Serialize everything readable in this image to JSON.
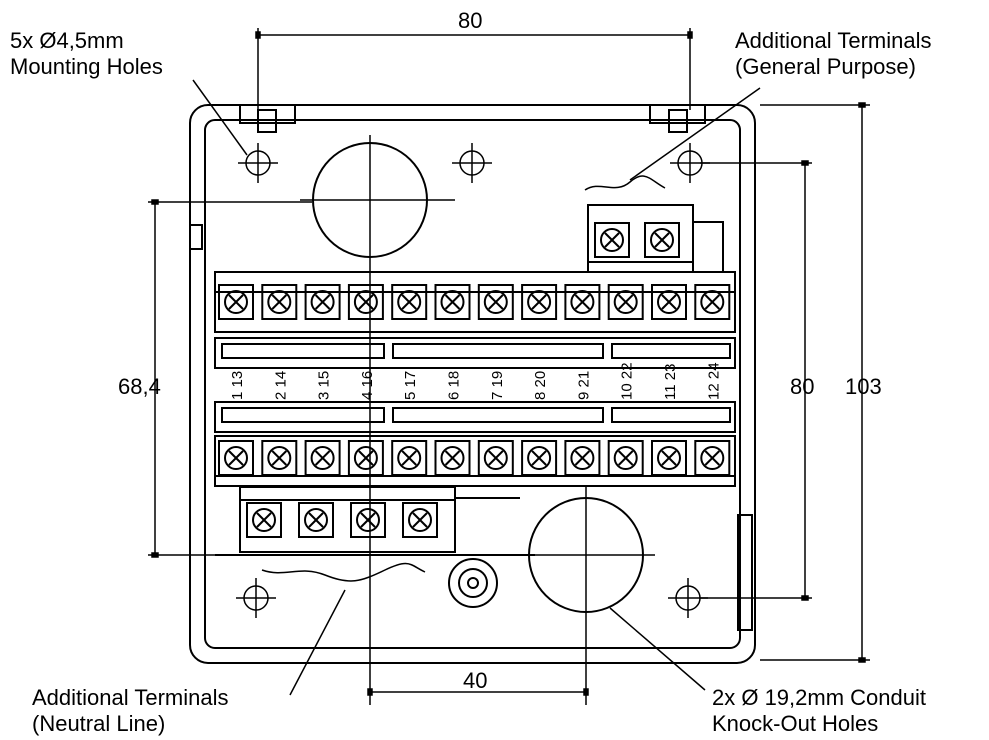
{
  "labels": {
    "mounting_holes": [
      "5x Ø4,5mm",
      "Mounting Holes"
    ],
    "additional_gp": [
      "Additional Terminals",
      "(General Purpose)"
    ],
    "additional_neutral": [
      "Additional Terminals",
      "(Neutral Line)"
    ],
    "conduit": [
      "2x Ø 19,2mm Conduit",
      "Knock-Out Holes"
    ]
  },
  "dimensions": {
    "top_width": "80",
    "bottom_width": "40",
    "left_height": "68,4",
    "right_inner_height": "80",
    "right_outer_height": "103"
  },
  "terminals": {
    "upper_row": [
      "1 13",
      "2 14",
      "3 15",
      "4 16",
      "5 17",
      "6 18",
      "7 19",
      "8 20",
      "9 21",
      "10 22",
      "11 23",
      "12 24"
    ],
    "upper_count": 12,
    "lower_count": 12,
    "general_purpose_count": 2,
    "neutral_count": 4
  },
  "colors": {
    "line": "#000000",
    "background": "#ffffff"
  }
}
